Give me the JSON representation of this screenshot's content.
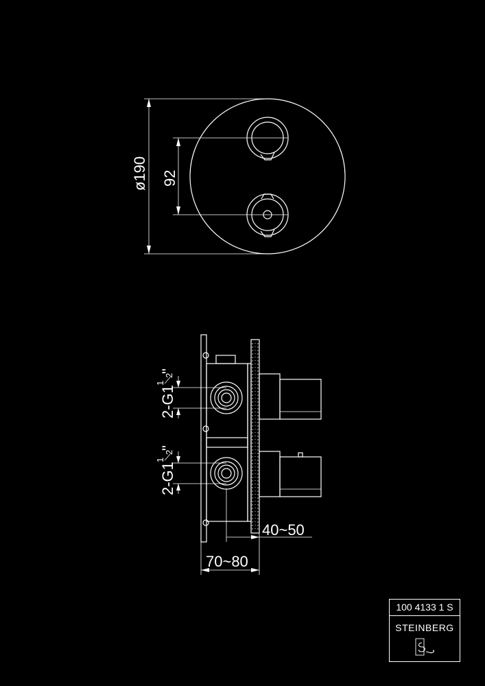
{
  "drawing": {
    "front_view": {
      "diameter_label": "ø190",
      "spacing_label": "92"
    },
    "side_view": {
      "connection_label_top": "2-G1",
      "connection_label_bottom": "2-G1",
      "fraction_num": "1",
      "fraction_den": "2",
      "inch_mark": "\"",
      "depth_range_label": "70~80",
      "plate_range_label": "40~50"
    }
  },
  "title_block": {
    "article_number": "100 4133 1 S",
    "brand": "STEINBERG",
    "logo_icon": "steinberg-s-logo-icon"
  }
}
